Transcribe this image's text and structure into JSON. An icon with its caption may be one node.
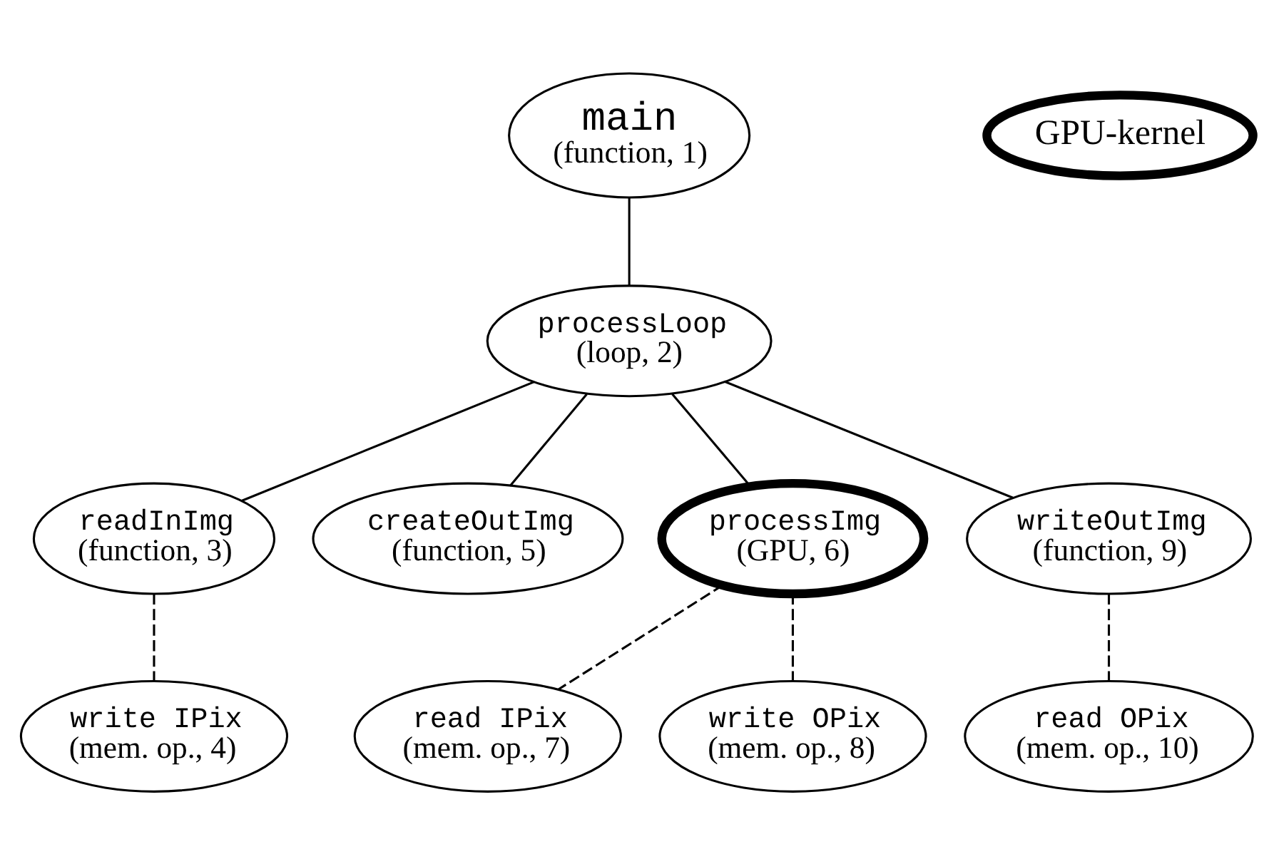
{
  "diagram": {
    "nodes": [
      {
        "text": [
          "main",
          "(function, 1)"
        ]
      },
      {
        "text": [
          "processLoop",
          "(loop, 2)"
        ]
      },
      {
        "text": [
          "readInImg",
          "(function, 3)"
        ]
      },
      {
        "text": [
          "createOutImg",
          "(function, 5)"
        ]
      },
      {
        "text": [
          "processImg",
          "(GPU, 6)"
        ]
      },
      {
        "text": [
          "writeOutImg",
          "(function, 9)"
        ]
      },
      {
        "text": [
          "write IPix",
          "(mem. op., 4)"
        ]
      },
      {
        "text": [
          "read IPix",
          "(mem. op., 7)"
        ]
      },
      {
        "text": [
          "write OPix",
          "(mem. op., 8)"
        ]
      },
      {
        "text": [
          "read OPix",
          "(mem. op., 10)"
        ]
      },
      {
        "text": [
          "GPU-kernel"
        ]
      }
    ],
    "edges": [
      {
        "from": 0,
        "to": 1,
        "arrow": "none"
      },
      {
        "from": 1,
        "to": 2,
        "arrow": "none"
      },
      {
        "from": 1,
        "to": 3,
        "arrow": "none"
      },
      {
        "from": 1,
        "to": 4,
        "arrow": "none"
      },
      {
        "from": 1,
        "to": 5,
        "arrow": "none"
      },
      {
        "from": 2,
        "to": 6,
        "arrow": "none",
        "style": "dashed"
      },
      {
        "from": 4,
        "to": 7,
        "arrow": "none",
        "style": "dashed"
      },
      {
        "from": 4,
        "to": 8,
        "arrow": "none",
        "style": "dashed"
      },
      {
        "from": 5,
        "to": 9,
        "arrow": "none",
        "style": "dashed"
      }
    ]
  }
}
